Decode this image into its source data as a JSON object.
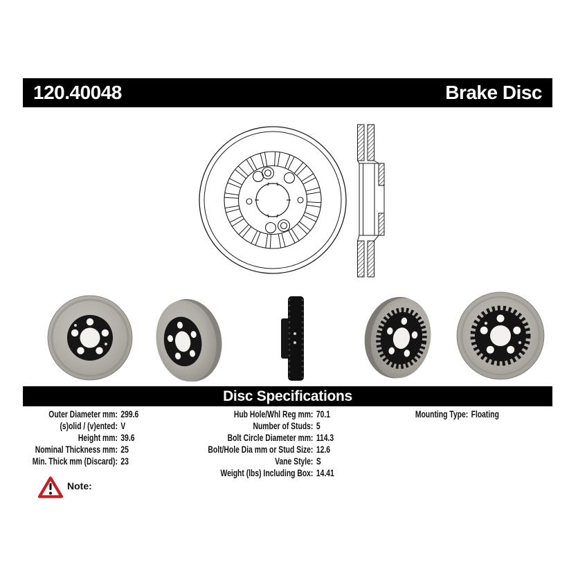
{
  "header": {
    "part_number": "120.40048",
    "product_name": "Brake Disc"
  },
  "spec_section": {
    "title": "Disc Specifications"
  },
  "specs": {
    "col1": [
      {
        "label": "Outer Diameter mm:",
        "value": "299.6"
      },
      {
        "label": "(s)olid / (v)ented:",
        "value": "V"
      },
      {
        "label": "Height mm:",
        "value": "39.6"
      },
      {
        "label": "Nominal Thickness mm:",
        "value": "25"
      },
      {
        "label": "Min. Thick mm (Discard):",
        "value": "23"
      }
    ],
    "col2": [
      {
        "label": "Hub Hole/Whl Reg mm:",
        "value": "70.1"
      },
      {
        "label": "Number of Studs:",
        "value": "5"
      },
      {
        "label": "Bolt Circle Diameter mm:",
        "value": "114.3"
      },
      {
        "label": "Bolt/Hole Dia mm or Stud Size:",
        "value": "12.6"
      },
      {
        "label": "Vane Style:",
        "value": "S"
      },
      {
        "label": "Weight (lbs) Including Box:",
        "value": "14.41"
      }
    ],
    "col3": [
      {
        "label": "Mounting Type:",
        "value": "Floating"
      }
    ]
  },
  "note": {
    "label": "Note:",
    "icon": "warning-triangle-icon"
  },
  "images": {
    "technical_front_view": "brake-disc-front-line-drawing",
    "technical_cross_section": "brake-disc-cross-section-line-drawing",
    "photo_1": "brake-disc-photo-front",
    "photo_2": "brake-disc-photo-angled-right",
    "photo_3": "brake-disc-photo-edge-on",
    "photo_4": "brake-disc-photo-angled-left",
    "photo_5": "brake-disc-photo-front-ribbed-hub"
  },
  "colors": {
    "bar_background": "#000000",
    "bar_text": "#ffffff",
    "spec_text": "#111111",
    "warning_red": "#c1202b",
    "disc_face": "#b1aea7",
    "hub_black": "#141414",
    "drawing_line": "#1a1a1a"
  }
}
